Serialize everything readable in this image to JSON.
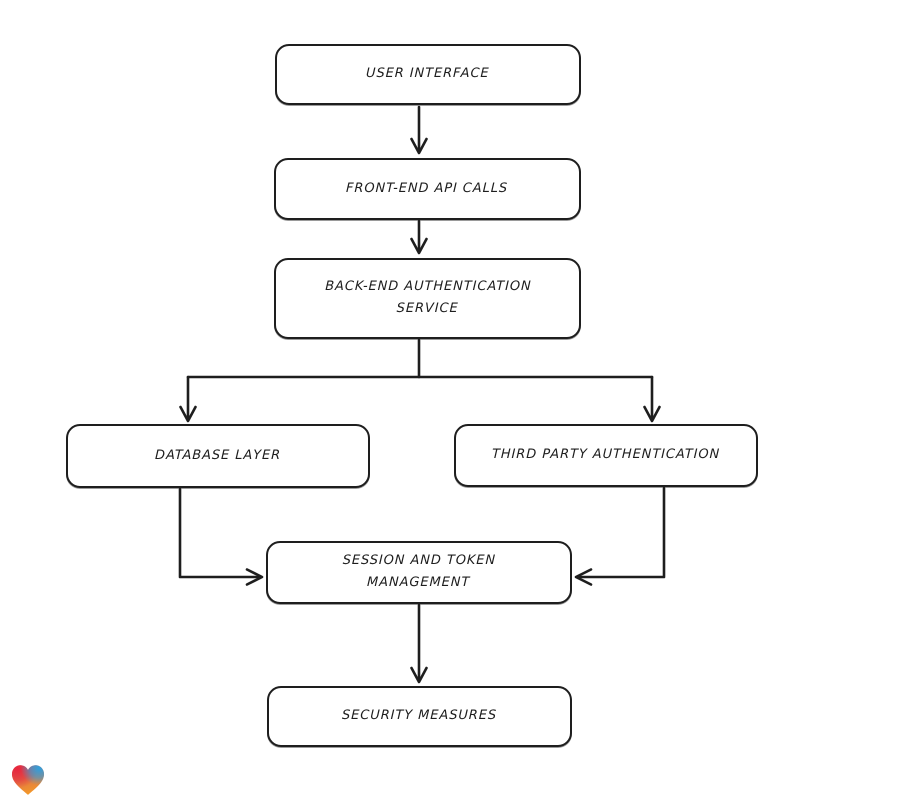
{
  "page": {
    "background": "#ffffff"
  },
  "diagram": {
    "type": "flowchart",
    "style": "hand-drawn",
    "stroke_color": "#1e1e1e",
    "node_fill": "#ffffff",
    "nodes": [
      {
        "id": "user-interface",
        "label": "USER INTERFACE"
      },
      {
        "id": "front-end-api-calls",
        "label": "FRONT-END API CALLS"
      },
      {
        "id": "back-end-authentication-service",
        "label": "BACK-END AUTHENTICATION SERVICE"
      },
      {
        "id": "database-layer",
        "label": "DATABASE LAYER"
      },
      {
        "id": "third-party-authentication",
        "label": "THIRD PARTY AUTHENTICATION"
      },
      {
        "id": "session-and-token-management",
        "label": "SESSION AND TOKEN MANAGEMENT"
      },
      {
        "id": "security-measures",
        "label": "SECURITY MEASURES"
      }
    ],
    "edges": [
      {
        "from": "user-interface",
        "to": "front-end-api-calls"
      },
      {
        "from": "front-end-api-calls",
        "to": "back-end-authentication-service"
      },
      {
        "from": "back-end-authentication-service",
        "to": "database-layer"
      },
      {
        "from": "back-end-authentication-service",
        "to": "third-party-authentication"
      },
      {
        "from": "database-layer",
        "to": "session-and-token-management"
      },
      {
        "from": "third-party-authentication",
        "to": "session-and-token-management"
      },
      {
        "from": "session-and-token-management",
        "to": "security-measures"
      }
    ]
  },
  "logo": {
    "name": "gradient-heart-logo",
    "colors": {
      "red": "#e8263d",
      "blue": "#2f9fdc",
      "orange": "#f59b26"
    }
  }
}
